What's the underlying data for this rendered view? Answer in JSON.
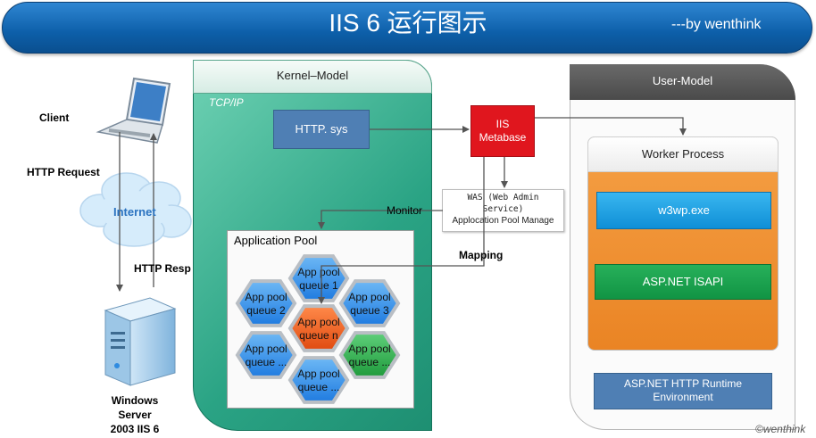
{
  "header": {
    "title": "IIS 6 运行图示",
    "subtitle": "---by wenthink"
  },
  "left": {
    "client": "Client",
    "http_request": "HTTP Request",
    "internet": "Internet",
    "http_resp": "HTTP Resp",
    "server_line1": "Windows",
    "server_line2": "Server",
    "server_line3": "2003 IIS 6"
  },
  "kernel": {
    "title": "Kernel–Model",
    "tcp": "TCP/IP",
    "http_sys": "HTTP. sys",
    "pool_title": "Application  Pool",
    "monitor": "Monitor",
    "mapping": "Mapping"
  },
  "hexes": [
    {
      "l1": "App pool",
      "l2": "queue 1",
      "color": "blue"
    },
    {
      "l1": "App pool",
      "l2": "queue 2",
      "color": "blue"
    },
    {
      "l1": "App pool",
      "l2": "queue 3",
      "color": "blue"
    },
    {
      "l1": "App pool",
      "l2": "queue n",
      "color": "orange"
    },
    {
      "l1": "App pool",
      "l2": "queue ...",
      "color": "blue"
    },
    {
      "l1": "App pool",
      "l2": "queue ...",
      "color": "green"
    },
    {
      "l1": "App pool",
      "l2": "queue ...",
      "color": "blue"
    }
  ],
  "metabase": {
    "line1": "IIS",
    "line2": "Metabase"
  },
  "was": {
    "line1": "WAS (Web Admin",
    "line2": "Service)",
    "line3": "Applocation Pool Manage"
  },
  "user": {
    "title": "User-Model",
    "worker_title": "Worker  Process",
    "w3wp": "w3wp.exe",
    "isapi": "ASP.NET ISAPI",
    "runtime_line1": "ASP.NET HTTP Runtime",
    "runtime_line2": "Environment"
  },
  "watermark": "©wenthink",
  "colors": {
    "header": "#0d5fa9",
    "kernel": "#2aa384",
    "metabase": "#e0161e",
    "worker": "#ea8424",
    "w3wp": "#0f8fd6",
    "isapi": "#119444",
    "runtime": "#4f7fb4"
  }
}
